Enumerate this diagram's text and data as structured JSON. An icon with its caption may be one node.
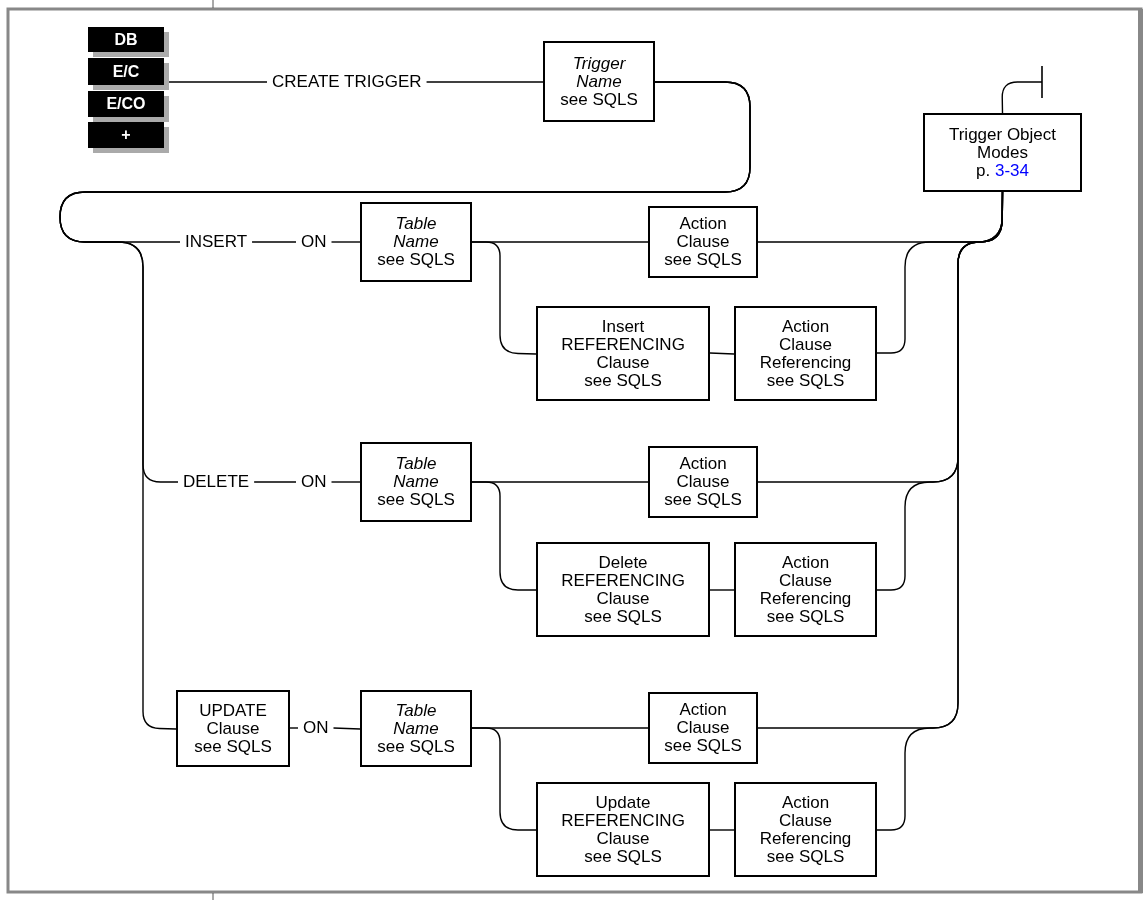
{
  "diagram": {
    "nodes": [
      {
        "text": [
          "DB"
        ]
      },
      {
        "text": [
          "E/C"
        ]
      },
      {
        "text": [
          "E/CO"
        ]
      },
      {
        "text": [
          "+"
        ]
      },
      {
        "text": [
          "CREATE TRIGGER"
        ]
      },
      {
        "text": [
          "Trigger Name",
          "see SQLS"
        ]
      },
      {
        "text": [
          "Trigger Object Modes",
          "p.",
          "3-34"
        ]
      },
      {
        "text": [
          "INSERT"
        ]
      },
      {
        "text": [
          "ON"
        ]
      },
      {
        "text": [
          "Table Name",
          "see SQLS"
        ]
      },
      {
        "text": [
          "Action Clause",
          "see SQLS"
        ]
      },
      {
        "text": [
          "Insert REFERENCING Clause",
          "see SQLS"
        ]
      },
      {
        "text": [
          "Action Clause Referencing",
          "see SQLS"
        ]
      },
      {
        "text": [
          "DELETE"
        ]
      },
      {
        "text": [
          "ON"
        ]
      },
      {
        "text": [
          "Table Name",
          "see SQLS"
        ]
      },
      {
        "text": [
          "Action Clause",
          "see SQLS"
        ]
      },
      {
        "text": [
          "Delete REFERENCING Clause",
          "see SQLS"
        ]
      },
      {
        "text": [
          "Action Clause Referencing",
          "see SQLS"
        ]
      },
      {
        "text": [
          "UPDATE Clause",
          "see SQLS"
        ]
      },
      {
        "text": [
          "ON"
        ]
      },
      {
        "text": [
          "Table Name",
          "see SQLS"
        ]
      },
      {
        "text": [
          "Action Clause",
          "see SQLS"
        ]
      },
      {
        "text": [
          "Update REFERENCING Clause",
          "see SQLS"
        ]
      },
      {
        "text": [
          "Action Clause Referencing",
          "see SQLS"
        ]
      }
    ],
    "edges": [
      {
        "from": 1,
        "to": 4,
        "arrow": "none"
      },
      {
        "from": 4,
        "to": 5,
        "arrow": "none"
      },
      {
        "from": 5,
        "to": 7,
        "arrow": "none"
      },
      {
        "from": 5,
        "to": 13,
        "arrow": "none"
      },
      {
        "from": 5,
        "to": 19,
        "arrow": "none"
      },
      {
        "from": 7,
        "to": 8,
        "arrow": "none"
      },
      {
        "from": 8,
        "to": 9,
        "arrow": "none"
      },
      {
        "from": 9,
        "to": 10,
        "arrow": "none"
      },
      {
        "from": 9,
        "to": 11,
        "arrow": "none"
      },
      {
        "from": 11,
        "to": 12,
        "arrow": "none"
      },
      {
        "from": 10,
        "to": 6,
        "arrow": "none"
      },
      {
        "from": 12,
        "to": 6,
        "arrow": "none"
      },
      {
        "from": 13,
        "to": 14,
        "arrow": "none"
      },
      {
        "from": 14,
        "to": 15,
        "arrow": "none"
      },
      {
        "from": 15,
        "to": 16,
        "arrow": "none"
      },
      {
        "from": 15,
        "to": 17,
        "arrow": "none"
      },
      {
        "from": 17,
        "to": 18,
        "arrow": "none"
      },
      {
        "from": 16,
        "to": 6,
        "arrow": "none"
      },
      {
        "from": 18,
        "to": 6,
        "arrow": "none"
      },
      {
        "from": 19,
        "to": 20,
        "arrow": "none"
      },
      {
        "from": 20,
        "to": 21,
        "arrow": "none"
      },
      {
        "from": 21,
        "to": 22,
        "arrow": "none"
      },
      {
        "from": 21,
        "to": 23,
        "arrow": "none"
      },
      {
        "from": 23,
        "to": 24,
        "arrow": "none"
      },
      {
        "from": 22,
        "to": 6,
        "arrow": "none"
      },
      {
        "from": 24,
        "to": 6,
        "arrow": "none"
      },
      {
        "from": 6,
        "to": null,
        "arrow": "other"
      }
    ]
  }
}
